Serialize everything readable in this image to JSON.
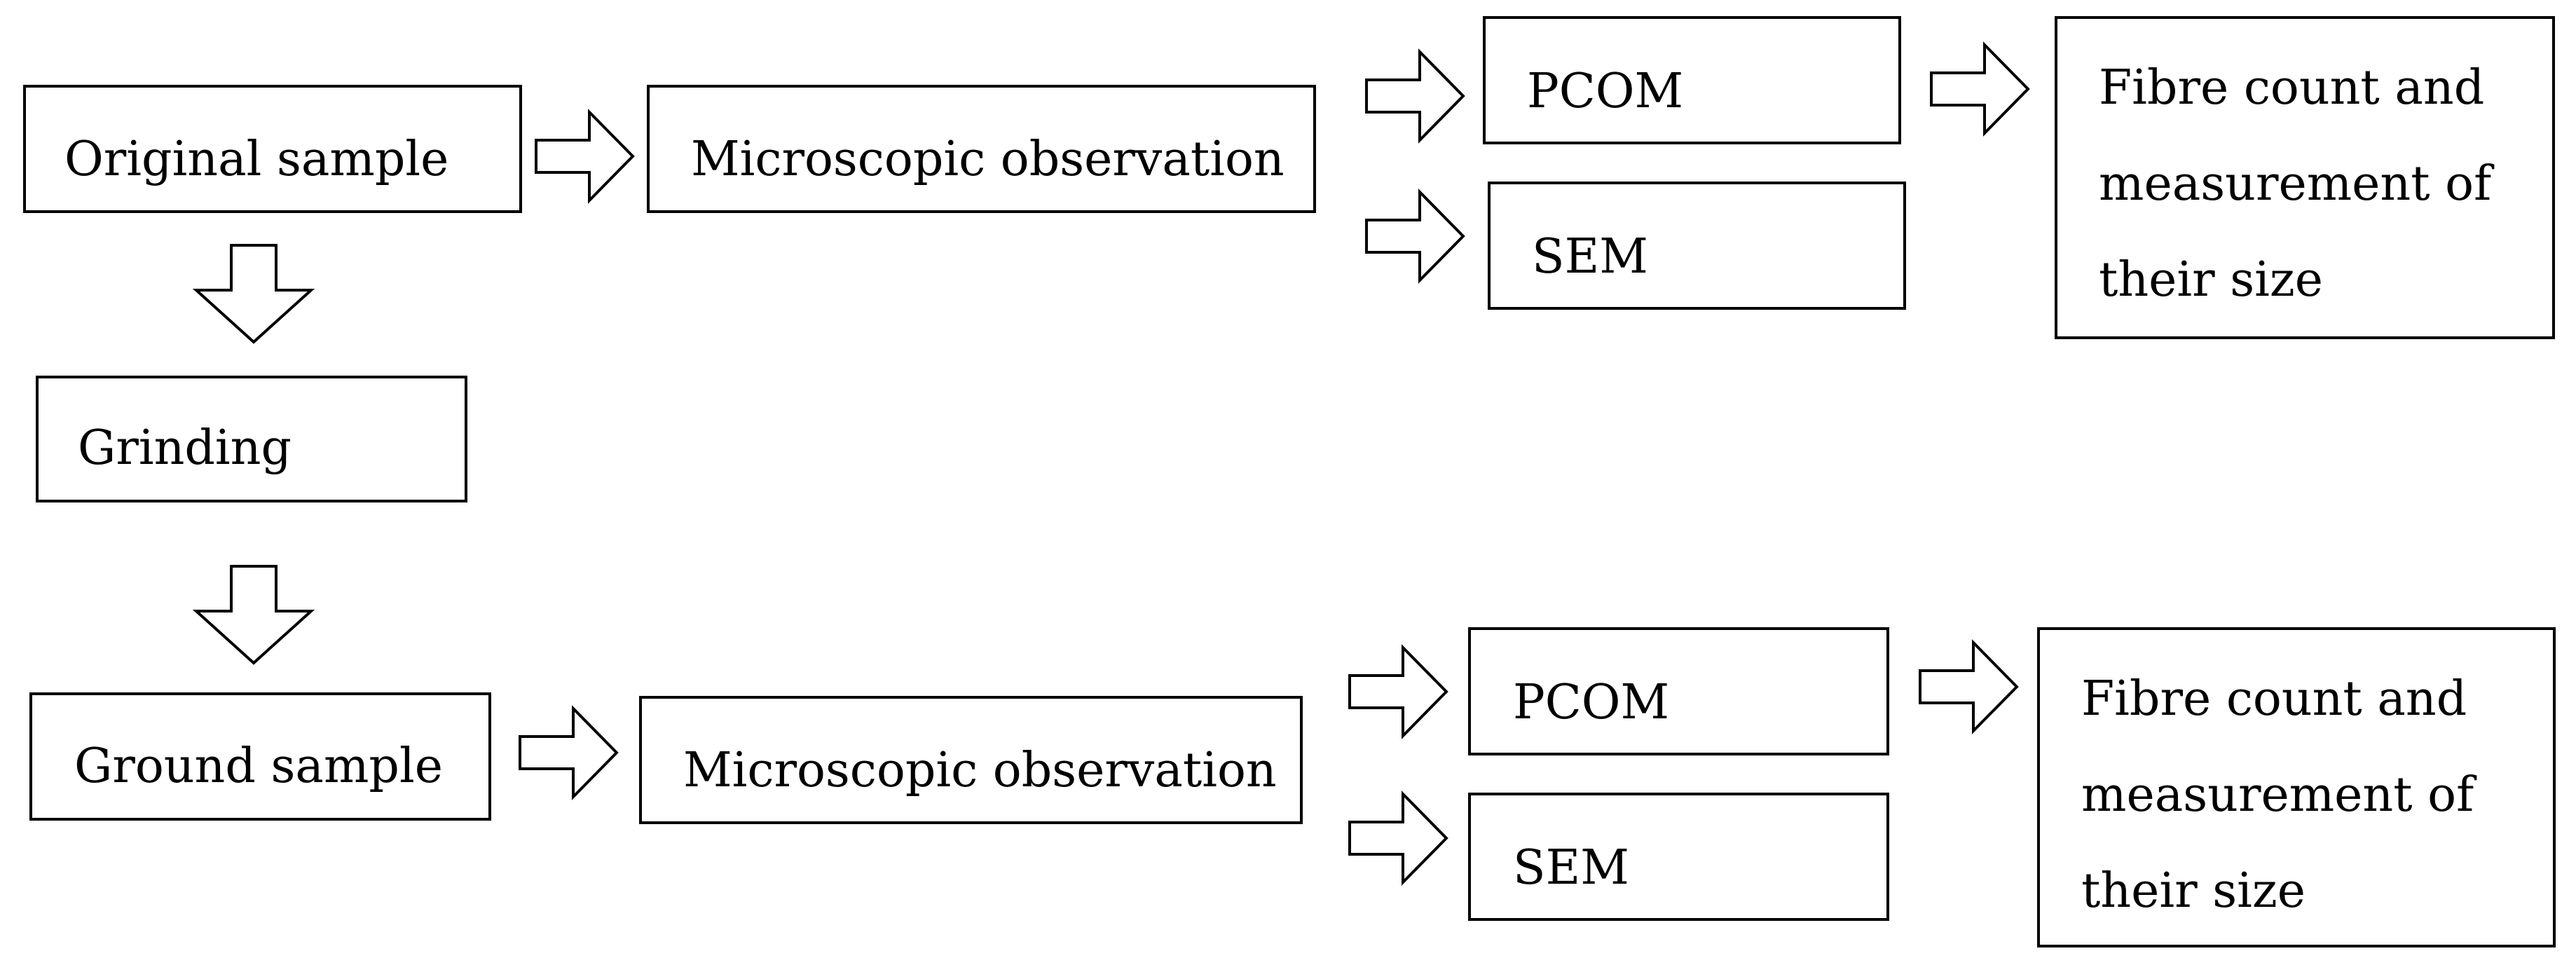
{
  "flow_top": {
    "original_sample": "Original sample",
    "microscopic_observation": "Microscopic observation",
    "pcom": "PCOM",
    "sem": "SEM",
    "result": "Fibre count and\nmeasurement of\ntheir size"
  },
  "grinding": "Grinding",
  "flow_bottom": {
    "ground_sample": "Ground sample",
    "microscopic_observation": "Microscopic observation",
    "pcom": "PCOM",
    "sem": "SEM",
    "result": "Fibre count and\nmeasurement of\ntheir size"
  },
  "colors": {
    "stroke": "#000000",
    "fill": "#ffffff"
  },
  "icons": {
    "arrow_right": "hollow-right-arrow-icon",
    "arrow_down": "hollow-down-arrow-icon"
  }
}
